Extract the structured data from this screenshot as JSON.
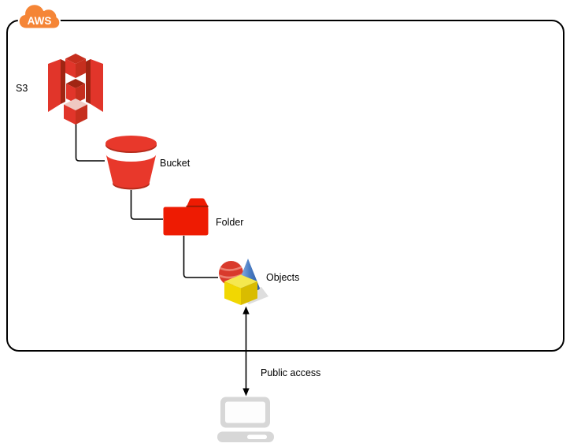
{
  "badge": {
    "label": "AWS"
  },
  "labels": {
    "s3": "S3",
    "bucket": "Bucket",
    "folder": "Folder",
    "objects": "Objects",
    "public_access": "Public access"
  },
  "nodes": [
    {
      "id": "s3",
      "label": "S3",
      "icon": "s3-service-icon"
    },
    {
      "id": "bucket",
      "label": "Bucket",
      "icon": "bucket-icon"
    },
    {
      "id": "folder",
      "label": "Folder",
      "icon": "folder-icon"
    },
    {
      "id": "objects",
      "label": "Objects",
      "icon": "objects-icon"
    },
    {
      "id": "client",
      "label": "",
      "icon": "laptop-icon"
    }
  ],
  "edges": [
    {
      "from": "s3",
      "to": "bucket",
      "style": "elbow"
    },
    {
      "from": "bucket",
      "to": "folder",
      "style": "elbow"
    },
    {
      "from": "folder",
      "to": "objects",
      "style": "elbow"
    },
    {
      "from": "objects",
      "to": "client",
      "style": "double-arrow",
      "label": "Public access"
    }
  ],
  "colors": {
    "aws_orange": "#F58536",
    "badge_outline": "#FFFFFF",
    "boundary": "#000000",
    "connector": "#000000",
    "label_text": "#000000",
    "s3_red_bright": "#E1352A",
    "s3_red_mid": "#C62F1E",
    "s3_red_dark": "#A02513",
    "s3_pale_top": "#EFC9C2",
    "bucket_red": "#E8382B",
    "bucket_rim_dark": "#B52B1B",
    "folder_red": "#EE1B02",
    "folder_tab_edge": "#8F1B05",
    "sphere_red": "#D93A2C",
    "cone_blue_light": "#AACDF2",
    "cone_blue_dark": "#2F5FA8",
    "cube_yellow_top": "#F5E84F",
    "cube_yellow_front": "#F1D702",
    "cube_yellow_side": "#D9BC00",
    "shadow_gray": "#C8C8C8",
    "laptop_gray": "#D7D7D7",
    "laptop_screen": "#FDFDFD"
  }
}
